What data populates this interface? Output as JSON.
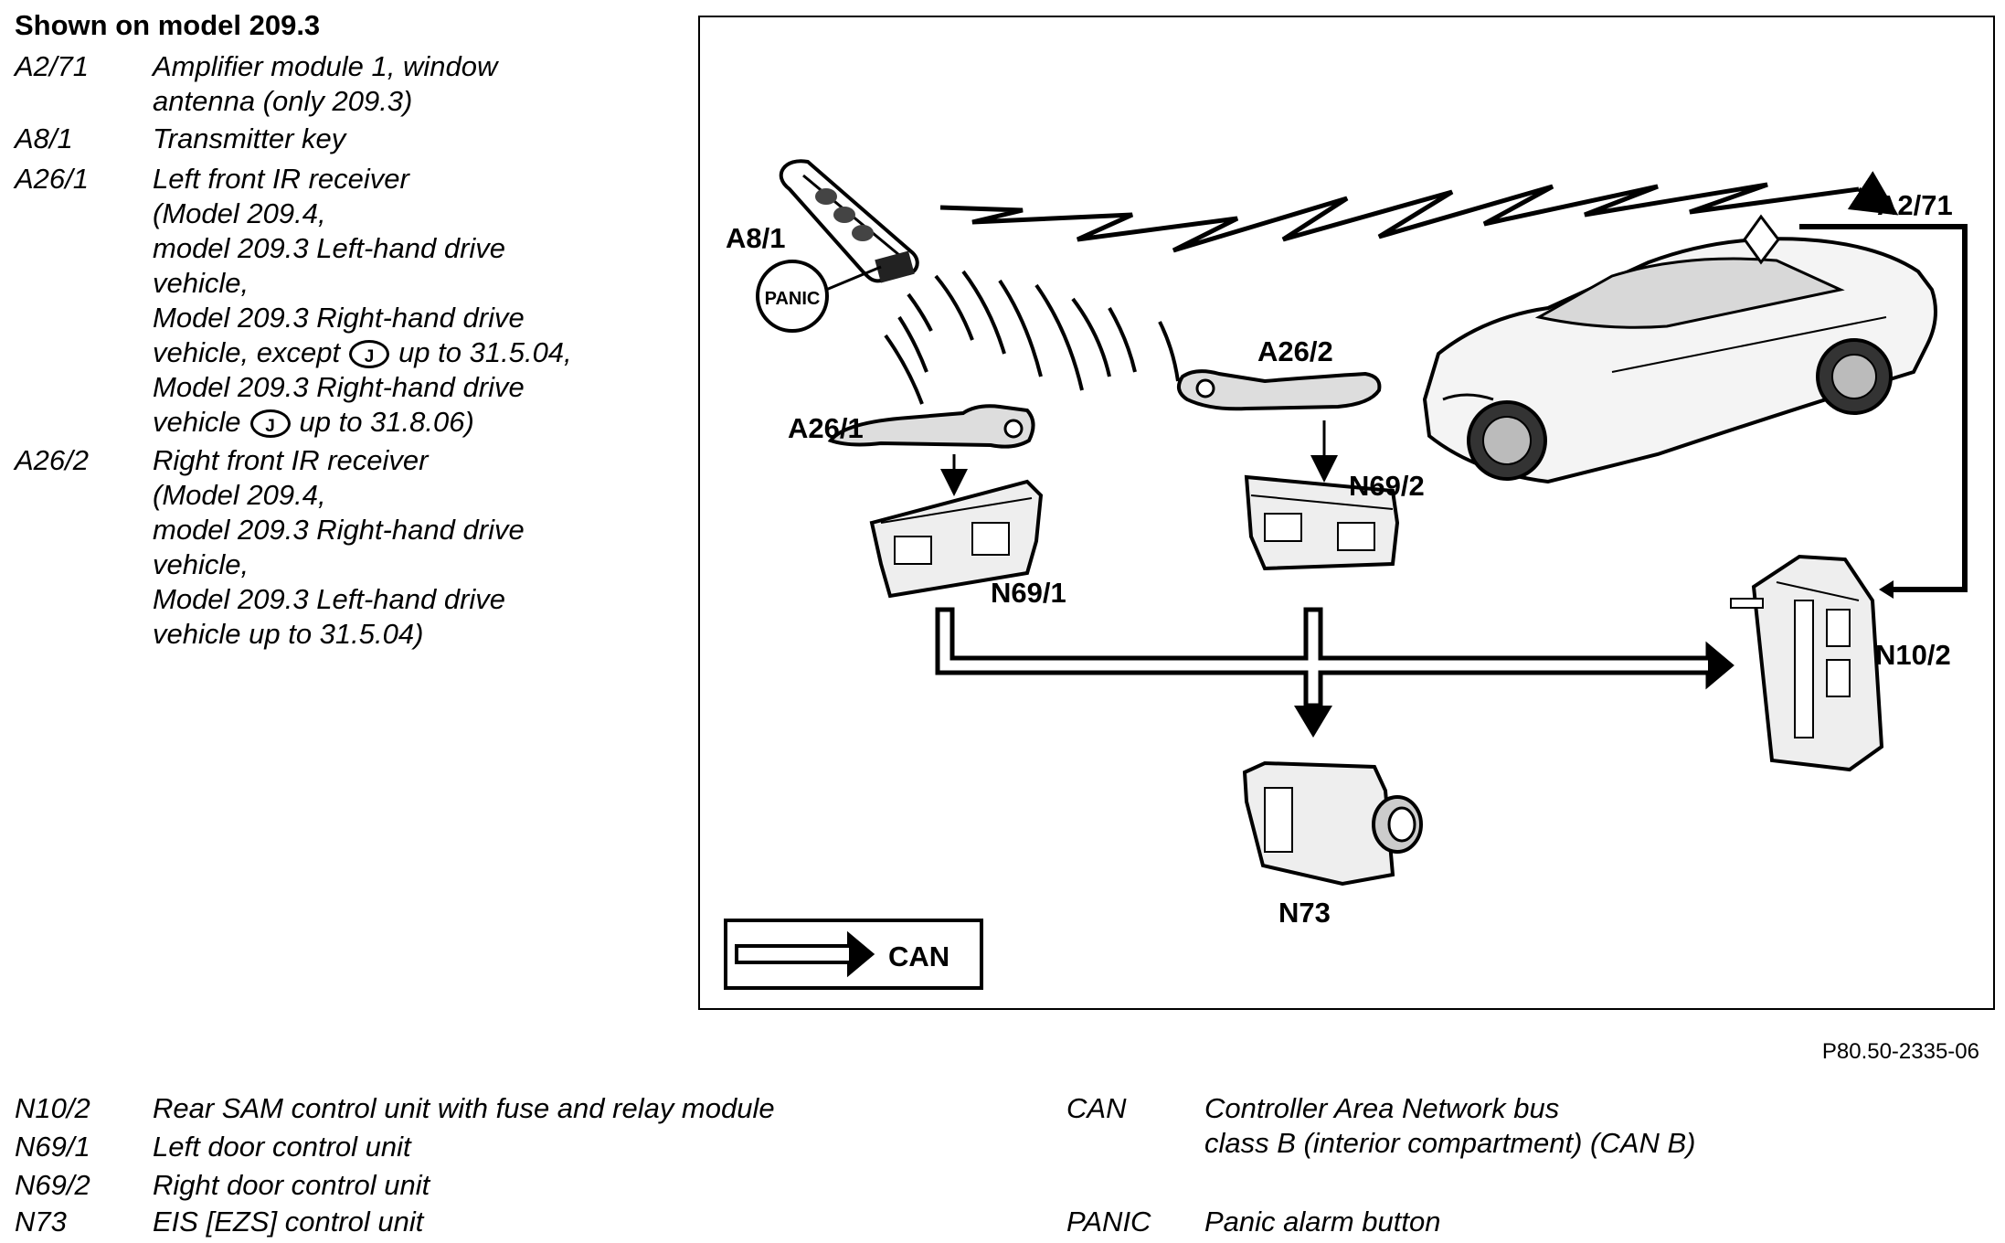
{
  "heading": "Shown on model 209.3",
  "legend_top": [
    {
      "code": "A2/71",
      "lines": [
        "Amplifier module 1, window",
        "antenna (only 209.3)"
      ]
    },
    {
      "code": "A8/1",
      "lines": [
        "Transmitter key"
      ]
    },
    {
      "code": "A26/1",
      "lines": [
        "Left front IR receiver",
        "(Model 209.4,",
        "model 209.3 Left-hand drive",
        "vehicle,",
        "Model 209.3 Right-hand drive",
        "vehicle, except",
        "up to 31.5.04,",
        "Model 209.3 Right-hand drive",
        "vehicle",
        "up to 31.8.06)"
      ]
    },
    {
      "code": "A26/2",
      "lines": [
        "Right front IR receiver",
        "(Model 209.4,",
        "model 209.3 Right-hand drive",
        "vehicle,",
        "Model 209.3 Left-hand drive",
        "vehicle up to 31.5.04)"
      ]
    }
  ],
  "j_symbol": "J",
  "legend_bottom_left": [
    {
      "code": "N10/2",
      "desc": "Rear SAM control unit with fuse and relay module"
    },
    {
      "code": "N69/1",
      "desc": "Left door control unit"
    },
    {
      "code": "N69/2",
      "desc": "Right door control unit"
    },
    {
      "code": "N73",
      "desc": "EIS [EZS] control unit"
    }
  ],
  "legend_bottom_right": [
    {
      "code": "CAN",
      "lines": [
        "Controller Area Network bus",
        "class B (interior compartment) (CAN B)"
      ]
    },
    {
      "code": "PANIC",
      "lines": [
        "Panic alarm button"
      ]
    }
  ],
  "diagram": {
    "labels": {
      "a8_1": "A8/1",
      "a2_71": "A2/71",
      "a26_1": "A26/1",
      "a26_2": "A26/2",
      "n69_1": "N69/1",
      "n69_2": "N69/2",
      "n10_2": "N10/2",
      "n73": "N73",
      "panic": "PANIC",
      "can_key": "CAN"
    }
  },
  "doc_ref": "P80.50-2335-06"
}
